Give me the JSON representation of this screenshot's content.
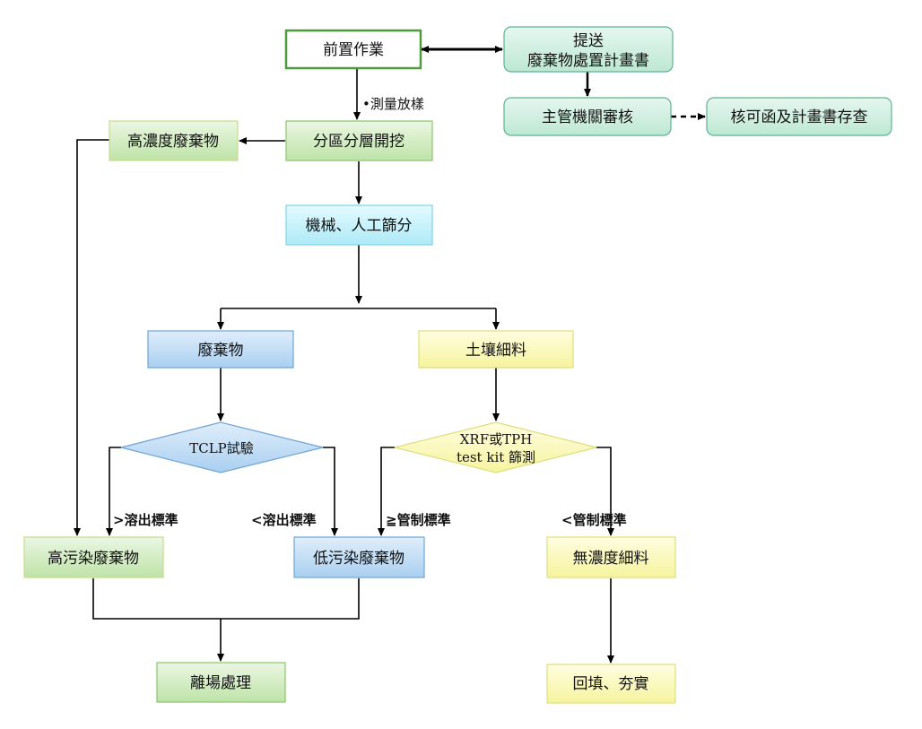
{
  "nodes": {
    "pre_work": "前置作業",
    "submit_plan_line1": "提送",
    "submit_plan_line2": "廢棄物處置計畫書",
    "authority_review": "主管機關審核",
    "approval_filing": "核可函及計畫書存查",
    "zoned_excavation": "分區分層開挖",
    "high_conc_waste": "高濃度廢棄物",
    "screening": "機械、人工篩分",
    "waste": "廢棄物",
    "soil_fines": "土壤細料",
    "tclp_test": "TCLP試驗",
    "xrf_line1": "XRF或TPH",
    "xrf_line2": "test kit 篩測",
    "high_polluted_waste": "高污染廢棄物",
    "low_polluted_waste": "低污染廢棄物",
    "no_conc_fines": "無濃度細料",
    "offsite": "離場處理",
    "backfill": "回填、夯實"
  },
  "labels": {
    "survey": "•測量放樣",
    "gt_leach": ">溶出標準",
    "lt_leach": "<溶出標準",
    "ge_control": "≧管制標準",
    "lt_control": "<管制標準"
  },
  "colors": {
    "green_fill": "#d3eec5",
    "green_stroke": "#8cc46e",
    "teal_fill": "#d6f2e6",
    "teal_stroke": "#5db391",
    "white_green_stroke": "#4f9b3c",
    "cyan_fill": "#c9f3fb",
    "cyan_stroke": "#7fd3e8",
    "blue_fill": "#c7e1f6",
    "blue_stroke": "#6ea5d6",
    "yellow_fill": "#fbfac2",
    "yellow_stroke": "#dede7e"
  }
}
